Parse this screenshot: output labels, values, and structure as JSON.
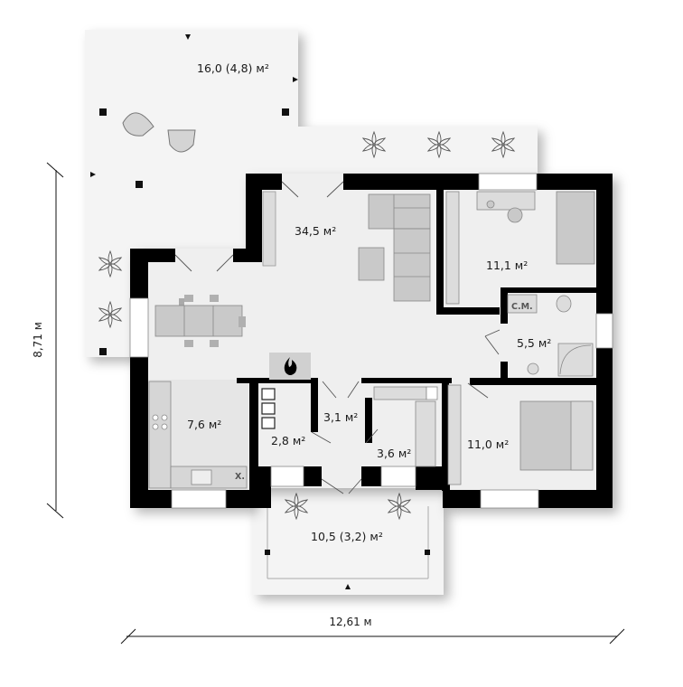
{
  "rooms": {
    "terrace_top": "16,0 (4,8)  м²",
    "living": "34,5 м²",
    "bedroom_top": "11,1 м²",
    "bathroom": "5,5 м²",
    "kitchen": "7,6 м²",
    "storage_small": "2,8 м²",
    "hall": "3,1 м²",
    "closet": "3,6 м²",
    "bedroom_bottom": "11,0 м²",
    "terrace_bottom": "10,5 (3,2) м²"
  },
  "fixtures": {
    "bathroom_sm": "С.М.",
    "kitchen_x": "Х."
  },
  "dimensions": {
    "width": "12,61 м",
    "height": "8,71 м"
  },
  "icons": [
    "fireplace-icon",
    "plant-icon",
    "chair-icon"
  ],
  "colors": {
    "wall": "#000000",
    "floor": "#efefef",
    "terrace": "#f4f4f4",
    "furniture": "#c9c9c9"
  }
}
